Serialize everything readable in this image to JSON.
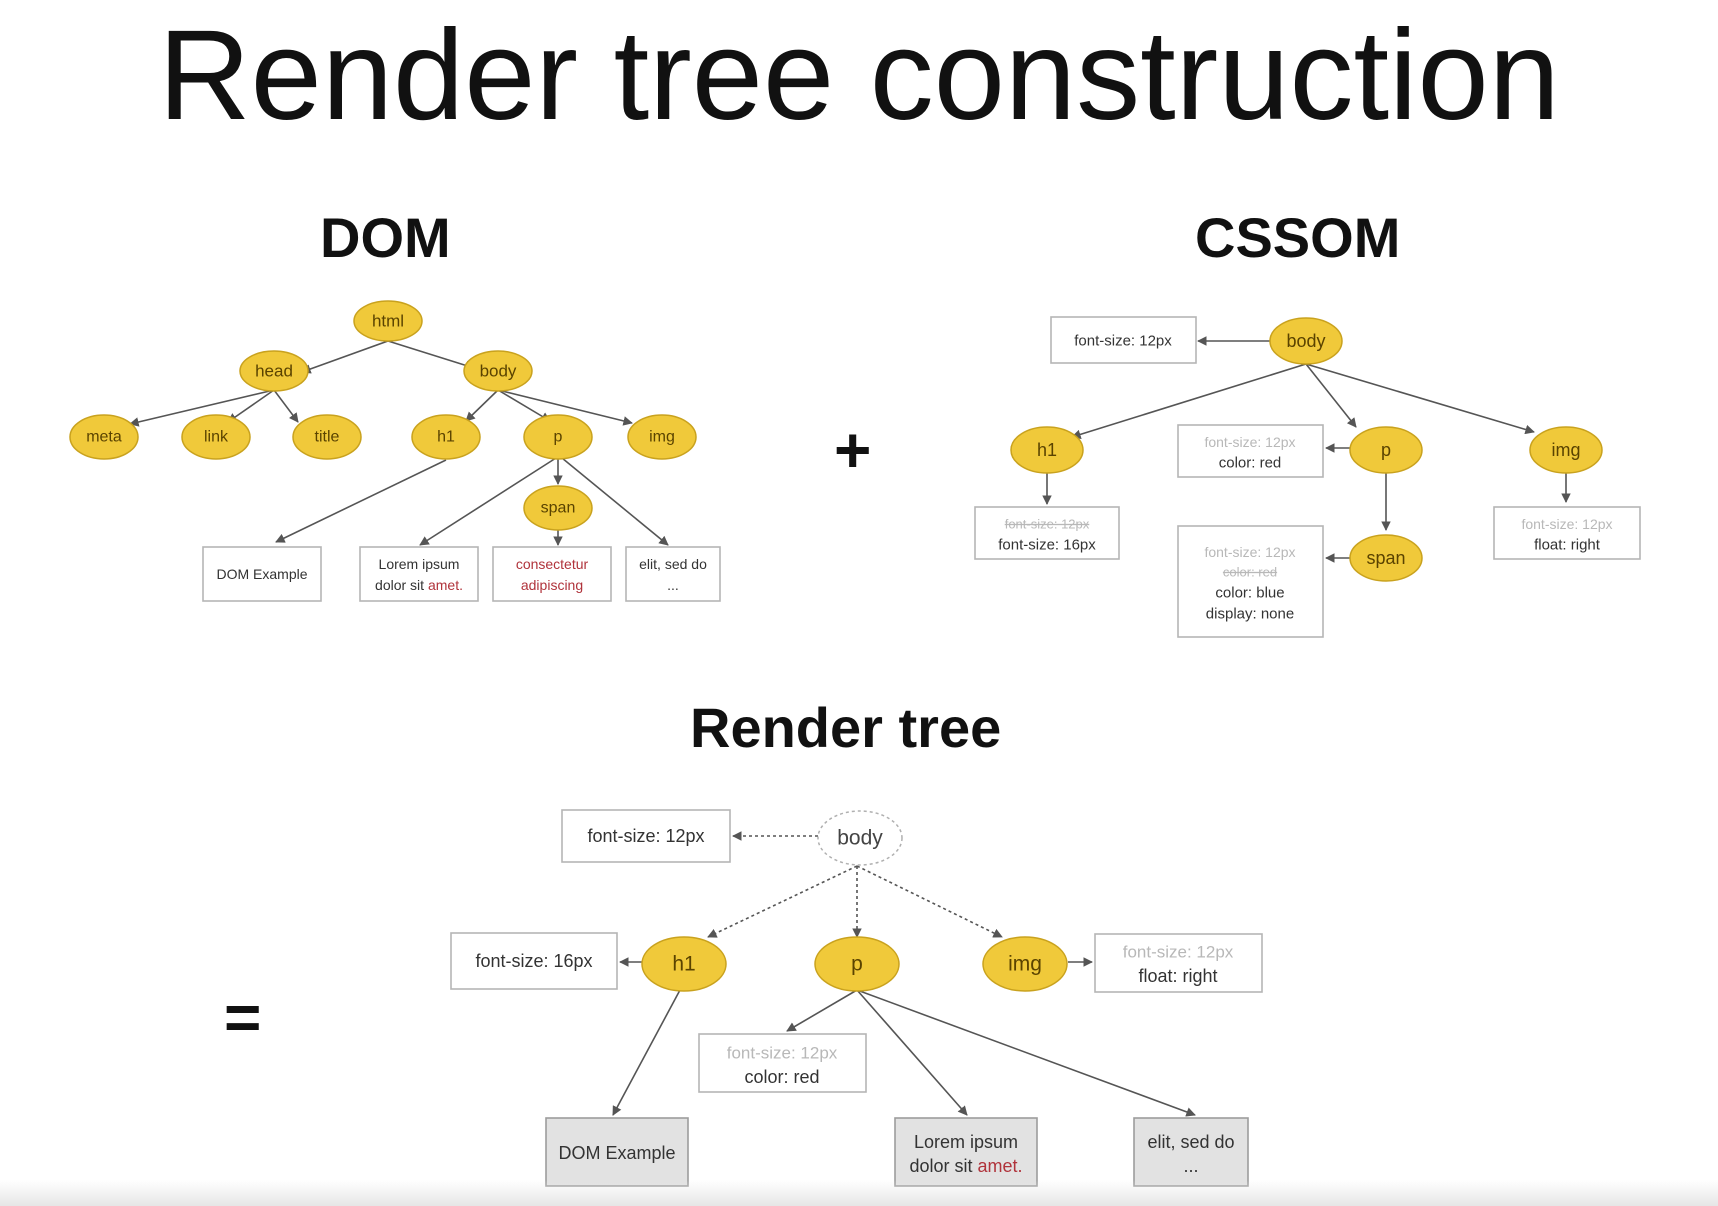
{
  "title": "Render tree construction",
  "sections": {
    "dom": "DOM",
    "cssom": "CSSOM",
    "render": "Render tree",
    "plus": "+",
    "equals": "="
  },
  "dom": {
    "nodes": {
      "html": "html",
      "head": "head",
      "body": "body",
      "meta": "meta",
      "link": "link",
      "title": "title",
      "h1": "h1",
      "p": "p",
      "img": "img",
      "span": "span"
    },
    "texts": {
      "dom_example": "DOM Example",
      "lorem_1": "Lorem ipsum",
      "lorem_2a": "dolor sit ",
      "lorem_2b": "amet.",
      "consectetur_1": "consectetur",
      "consectetur_2": "adipiscing",
      "elit_1": "elit, sed do",
      "elit_2": "..."
    }
  },
  "cssom": {
    "nodes": {
      "body": "body",
      "h1": "h1",
      "p": "p",
      "img": "img",
      "span": "span"
    },
    "rules": {
      "body": "font-size: 12px",
      "h1_old": "font-size: 12px",
      "h1_new": "font-size: 16px",
      "p_old": "font-size: 12px",
      "p_new": "color: red",
      "img_old": "font-size: 12px",
      "img_new": "float: right",
      "span_old1": "font-size: 12px",
      "span_old2": "color: red",
      "span_new1": "color: blue",
      "span_new2": "display: none"
    }
  },
  "render": {
    "nodes": {
      "body": "body",
      "h1": "h1",
      "p": "p",
      "img": "img"
    },
    "rules": {
      "body": "font-size: 12px",
      "h1": "font-size: 16px",
      "p_old": "font-size: 12px",
      "p_new": "color: red",
      "img_old": "font-size: 12px",
      "img_new": "float: right"
    },
    "texts": {
      "dom_example": "DOM Example",
      "lorem_1": "Lorem ipsum",
      "lorem_2a": "dolor sit ",
      "lorem_2b": "amet.",
      "elit_1": "elit, sed do",
      "elit_2": "..."
    }
  },
  "colors": {
    "node_fill": "#f0c93a",
    "node_stroke": "#c9a21e",
    "faded_text": "#b8b8b8"
  }
}
